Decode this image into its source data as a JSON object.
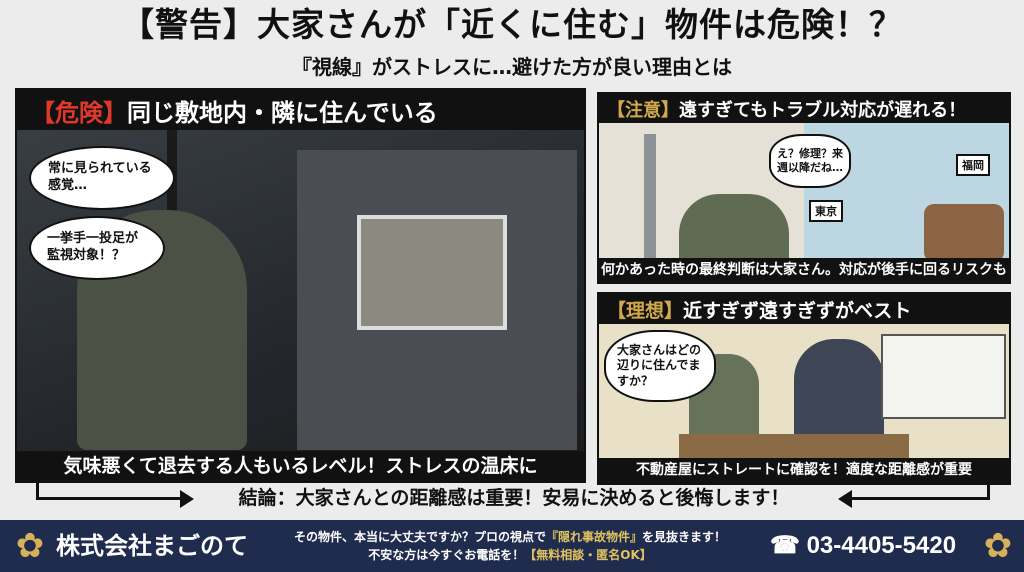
{
  "header": {
    "title": "【警告】大家さんが「近くに住む」物件は危険！？",
    "subtitle": "『視線』がストレスに…避けた方が良い理由とは"
  },
  "panel_danger": {
    "tag": "【危険】",
    "heading": "同じ敷地内・隣に住んでいる",
    "bubble1": "常に見られている感覚…",
    "bubble2": "一挙手一投足が監視対象！？",
    "caption": "気味悪くて退去する人もいるレベル！ストレスの温床に"
  },
  "panel_caution": {
    "tag": "【注意】",
    "heading": "遠すぎてもトラブル対応が遅れる！",
    "bubble": "え？修理？来週以降だね…",
    "label_tokyo": "東京",
    "label_fukuoka": "福岡",
    "caption": "何かあった時の最終判断は大家さん。対応が後手に回るリスクも"
  },
  "panel_ideal": {
    "tag": "【理想】",
    "heading": "近すぎず遠すぎずがベスト",
    "bubble": "大家さんはどの辺りに住んでますか？",
    "caption": "不動産屋にストレートに確認を！適度な距離感が重要"
  },
  "conclusion": "結論：大家さんとの距離感は重要！安易に決めると後悔します！",
  "footer": {
    "company": "株式会社まごのて",
    "line1_a": "その物件、本当に大丈夫ですか？プロの視点で",
    "line1_highlight": "『隠れ事故物件』",
    "line1_b": "を見抜きます！",
    "line2_a": "不安な方は今すぐお電話を！",
    "line2_highlight": "【無料相談・匿名OK】",
    "phone_icon": "☎",
    "phone": "03-4405-5420",
    "logo_icon": "flower-crest"
  },
  "colors": {
    "navy": "#1f2c4e",
    "gold": "#d2a94a",
    "red": "#e0392b"
  }
}
